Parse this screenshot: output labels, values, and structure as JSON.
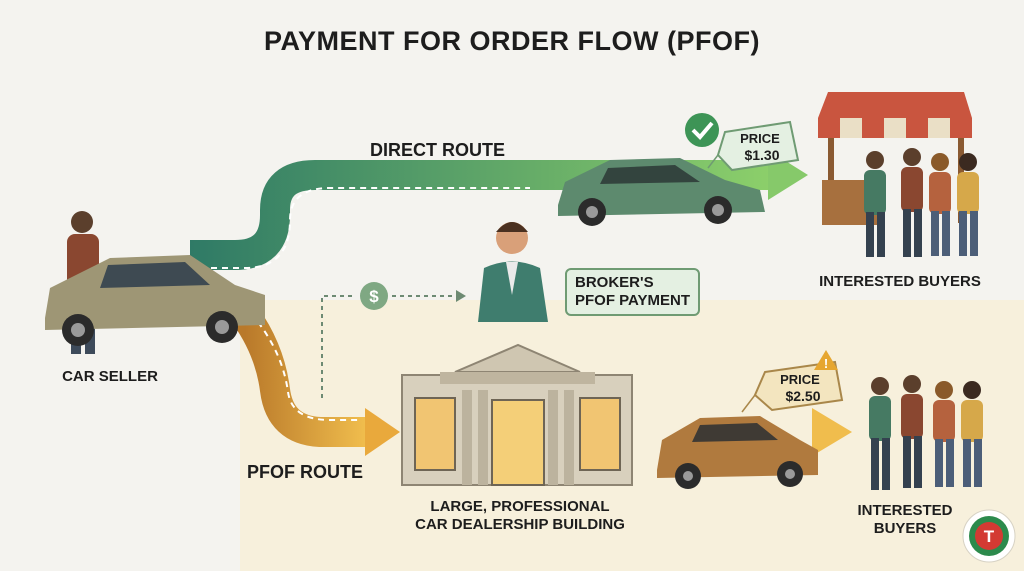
{
  "title": "PAYMENT FOR ORDER FLOW (PFOF)",
  "direct_route_label": "DIRECT ROUTE",
  "pfof_route_label": "PFOF ROUTE",
  "car_seller_label": "CAR SELLER",
  "broker_payment_label": {
    "line1": "BROKER'S",
    "line2": "PFOF PAYMENT"
  },
  "dealership_label": {
    "line1": "LARGE, PROFESSIONAL",
    "line2": "CAR DEALERSHIP BUILDING"
  },
  "buyers_top_label": "INTERESTED BUYERS",
  "buyers_bottom_label": {
    "line1": "INTERESTED",
    "line2": "BUYERS"
  },
  "price_direct": {
    "line1": "PRICE",
    "line2": "$1.30"
  },
  "price_pfof": {
    "line1": "PRICE",
    "line2": "$2.50"
  },
  "dollar_symbol": "$",
  "warning_symbol": "!",
  "logo_letter": "T",
  "colors": {
    "direct": "#3f8a6e",
    "pfof": "#c89233",
    "bubble": "#e4f0e2",
    "background": "#f4f3ef",
    "lower_panel": "#f7f0dc"
  },
  "icons": [
    "checkmark-icon",
    "dollar-icon",
    "warning-icon",
    "brand-logo"
  ]
}
